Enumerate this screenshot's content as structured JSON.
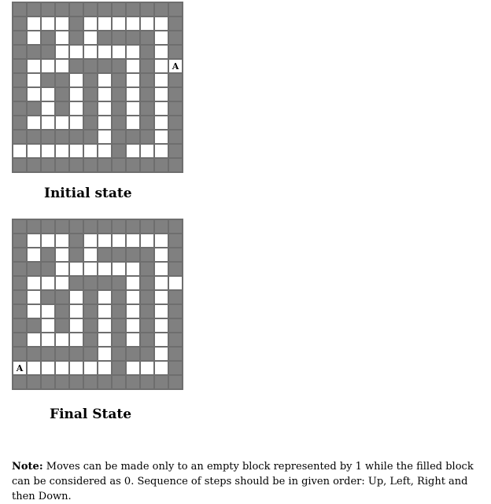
{
  "mazes": [
    {
      "id": "initial",
      "caption": "Initial state",
      "agent_label": "A",
      "agent": [
        4,
        11
      ],
      "grid": [
        [
          0,
          0,
          0,
          0,
          0,
          0,
          0,
          0,
          0,
          0,
          0,
          0
        ],
        [
          0,
          1,
          1,
          1,
          0,
          1,
          1,
          1,
          1,
          1,
          1,
          0
        ],
        [
          0,
          1,
          0,
          1,
          0,
          1,
          0,
          0,
          0,
          0,
          1,
          0
        ],
        [
          0,
          0,
          0,
          1,
          1,
          1,
          1,
          1,
          1,
          0,
          1,
          0
        ],
        [
          0,
          1,
          1,
          1,
          0,
          0,
          0,
          0,
          1,
          0,
          1,
          1
        ],
        [
          0,
          1,
          0,
          0,
          1,
          0,
          1,
          0,
          1,
          0,
          1,
          0
        ],
        [
          0,
          1,
          1,
          0,
          1,
          0,
          1,
          0,
          1,
          0,
          1,
          0
        ],
        [
          0,
          0,
          1,
          0,
          1,
          0,
          1,
          0,
          1,
          0,
          1,
          0
        ],
        [
          0,
          1,
          1,
          1,
          1,
          0,
          1,
          0,
          1,
          0,
          1,
          0
        ],
        [
          0,
          0,
          0,
          0,
          0,
          0,
          1,
          0,
          0,
          0,
          1,
          0
        ],
        [
          1,
          1,
          1,
          1,
          1,
          1,
          1,
          0,
          1,
          1,
          1,
          0
        ],
        [
          0,
          0,
          0,
          0,
          0,
          0,
          0,
          0,
          0,
          0,
          0,
          0
        ]
      ]
    },
    {
      "id": "final",
      "caption": "Final State",
      "agent_label": "A",
      "agent": [
        10,
        0
      ],
      "grid": [
        [
          0,
          0,
          0,
          0,
          0,
          0,
          0,
          0,
          0,
          0,
          0,
          0
        ],
        [
          0,
          1,
          1,
          1,
          0,
          1,
          1,
          1,
          1,
          1,
          1,
          0
        ],
        [
          0,
          1,
          0,
          1,
          0,
          1,
          0,
          0,
          0,
          0,
          1,
          0
        ],
        [
          0,
          0,
          0,
          1,
          1,
          1,
          1,
          1,
          1,
          0,
          1,
          0
        ],
        [
          0,
          1,
          1,
          1,
          0,
          0,
          0,
          0,
          1,
          0,
          1,
          1
        ],
        [
          0,
          1,
          0,
          0,
          1,
          0,
          1,
          0,
          1,
          0,
          1,
          0
        ],
        [
          0,
          1,
          1,
          0,
          1,
          0,
          1,
          0,
          1,
          0,
          1,
          0
        ],
        [
          0,
          0,
          1,
          0,
          1,
          0,
          1,
          0,
          1,
          0,
          1,
          0
        ],
        [
          0,
          1,
          1,
          1,
          1,
          0,
          1,
          0,
          1,
          0,
          1,
          0
        ],
        [
          0,
          0,
          0,
          0,
          0,
          0,
          1,
          0,
          0,
          0,
          1,
          0
        ],
        [
          1,
          1,
          1,
          1,
          1,
          1,
          1,
          0,
          1,
          1,
          1,
          0
        ],
        [
          0,
          0,
          0,
          0,
          0,
          0,
          0,
          0,
          0,
          0,
          0,
          0
        ]
      ]
    }
  ],
  "note": {
    "label": "Note:",
    "text": "Moves can be made only to an empty block represented by 1 while the filled block can be considered as 0. Sequence of steps should be in given order: Up, Left, Right and then Down."
  }
}
